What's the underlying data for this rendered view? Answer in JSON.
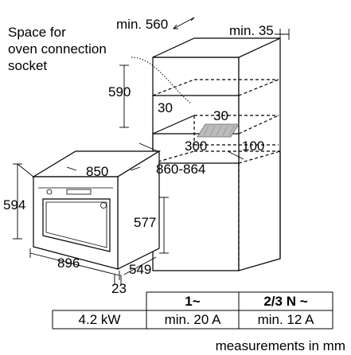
{
  "labels": {
    "socket_note": [
      "Space for",
      "oven connection",
      "socket"
    ],
    "footer": "measurements in mm"
  },
  "dimensions": {
    "niche_depth": "min. 560",
    "clearance_rear": "min. 35",
    "niche_height": "590",
    "vent_left": "30",
    "vent_right": "30",
    "vent_width": "300",
    "vent_depth": "100",
    "niche_width": "860-864",
    "oven_width_front": "850",
    "oven_height": "594",
    "oven_body_height": "577",
    "oven_total_width": "896",
    "oven_depth": "549",
    "panel_thickness": "23"
  },
  "table": {
    "headers": [
      "",
      "1~",
      "2/3 N ~"
    ],
    "rows": [
      [
        "4.2 kW",
        "min. 20 A",
        "min. 12 A"
      ]
    ]
  }
}
